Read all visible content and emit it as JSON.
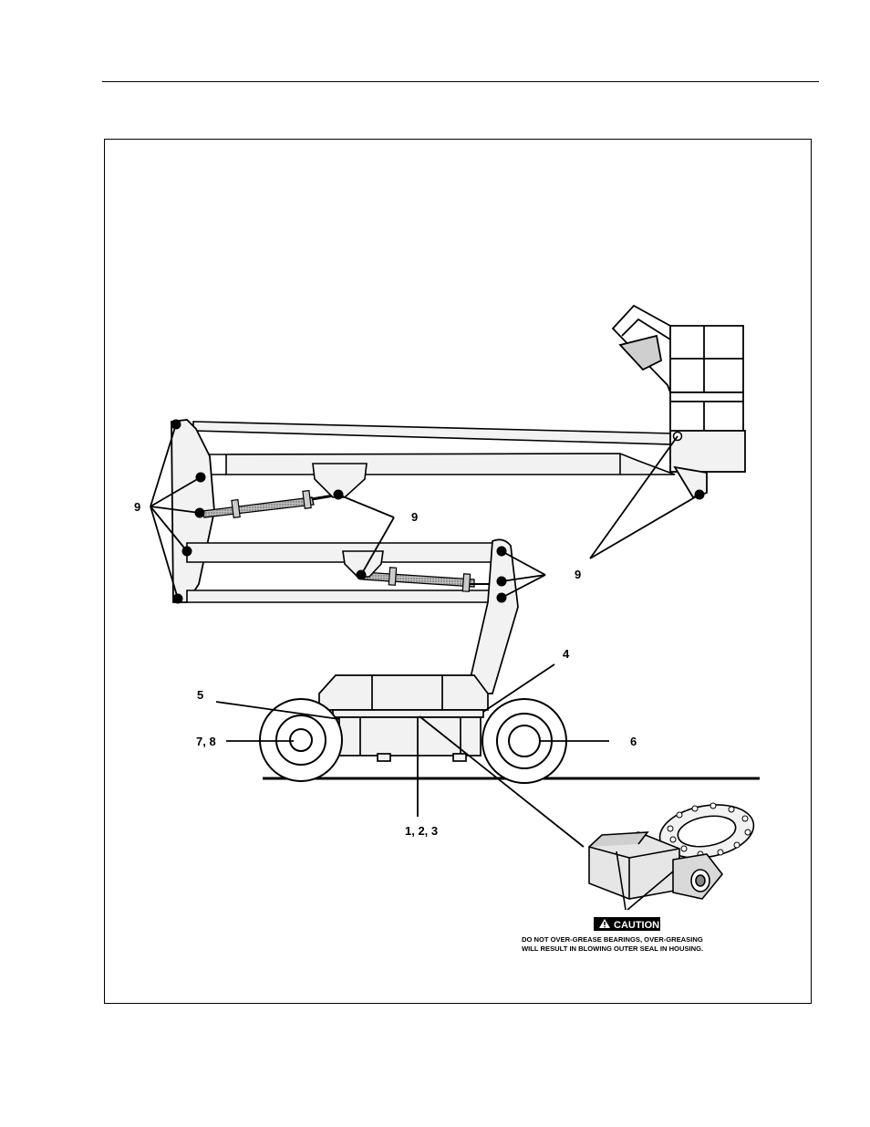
{
  "callouts": {
    "boom_pivots": "9",
    "cylinder_pins": "9",
    "upper_pivots": "9",
    "turntable_bearing": "4",
    "slew_gear": "5",
    "rear_wheel": "7, 8",
    "front_wheel": "6",
    "drive_items": "1, 2, 3"
  },
  "caution": {
    "label": "CAUTION",
    "line1": "DO NOT OVER-GREASE BEARINGS, OVER-GREASING",
    "line2": "WILL RESULT IN BLOWING OUTER SEAL IN HOUSING."
  }
}
